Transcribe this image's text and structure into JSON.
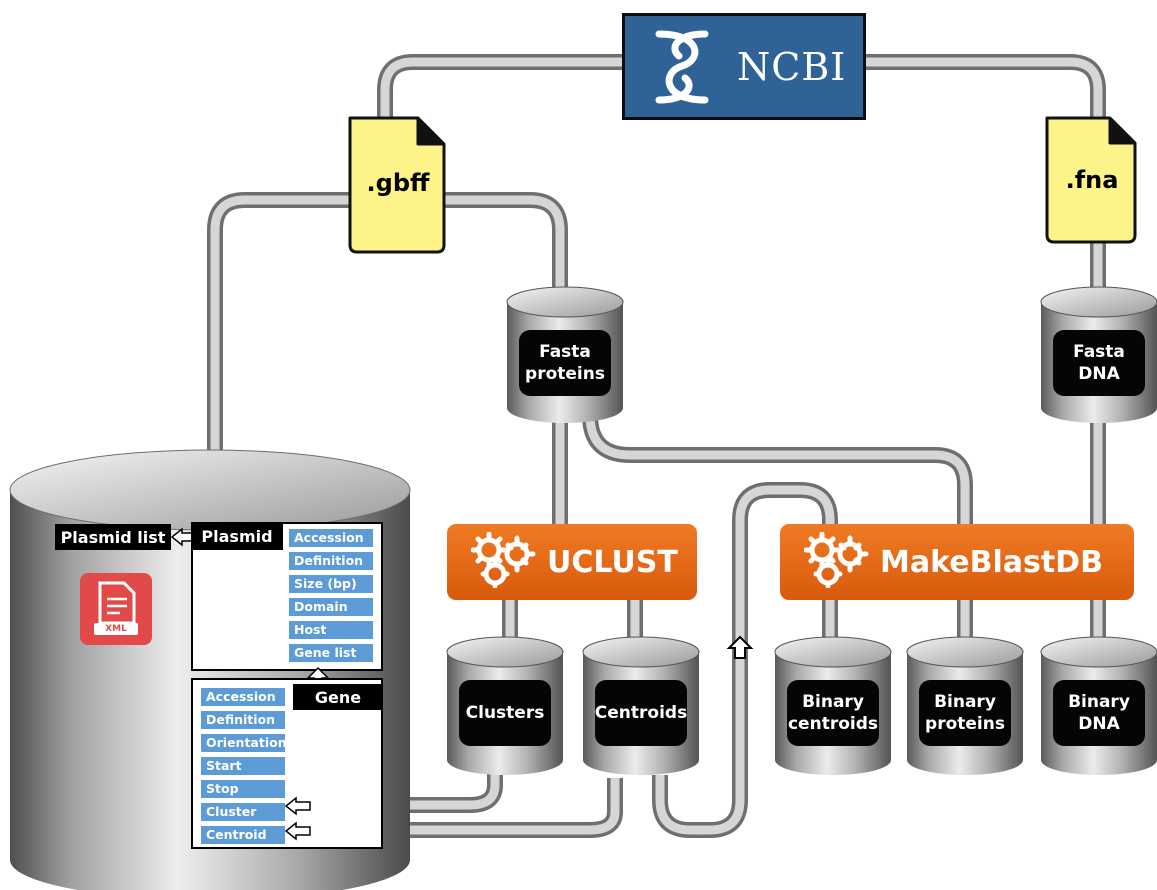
{
  "source": {
    "name": "NCBI"
  },
  "files": {
    "gbff": ".gbff",
    "fna": ".fna"
  },
  "databases": {
    "fasta_proteins": "Fasta\nproteins",
    "fasta_dna": "Fasta\nDNA",
    "clusters": "Clusters",
    "centroids": "Centroids",
    "binary_centroids": "Binary\ncentroids",
    "binary_proteins": "Binary\nproteins",
    "binary_dna": "Binary\nDNA"
  },
  "tools": {
    "uclust": "UCLUST",
    "makeblastdb": "MakeBlastDB"
  },
  "schema": {
    "plasmid_list": "Plasmid list",
    "plasmid": "Plasmid",
    "plasmid_fields": [
      "Accession",
      "Definition",
      "Size (bp)",
      "Domain",
      "Host",
      "Gene list"
    ],
    "gene": "Gene",
    "gene_fields": [
      "Accession",
      "Definition",
      "Orientation",
      "Start",
      "Stop",
      "Cluster",
      "Centroid"
    ],
    "xml_label": "XML"
  },
  "colors": {
    "ncbi_blue": "#2f6297",
    "tool_orange": "#e8691a",
    "file_yellow": "#fdf489",
    "field_blue": "#5c9bd6",
    "xml_red": "#e24a4a",
    "pipe_gray": "#b3b3b3"
  },
  "icons": [
    "dna-helix-icon",
    "gear-icon",
    "xml-file-icon",
    "arrow-left-icon",
    "arrow-up-icon"
  ]
}
